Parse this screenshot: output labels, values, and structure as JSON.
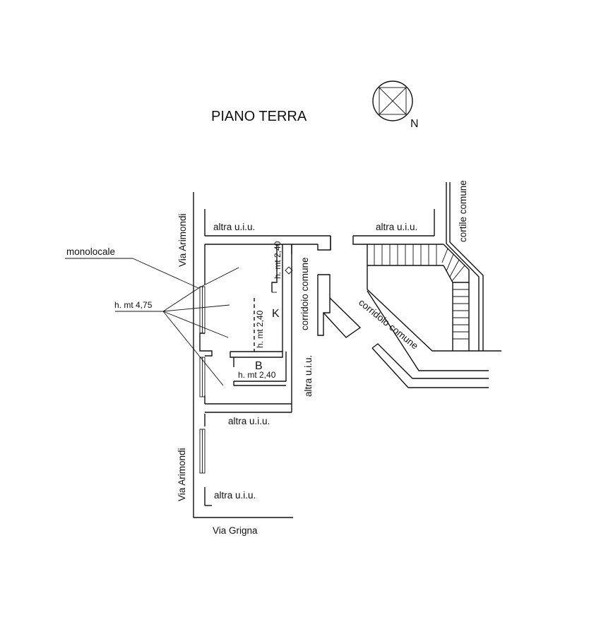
{
  "title": "PIANO TERRA",
  "north": {
    "label": "N"
  },
  "streets": {
    "via_arimondi_upper": "Via Arimondi",
    "via_arimondi_lower": "Via Arimondi",
    "via_grigna": "Via Grigna"
  },
  "labels": {
    "monolocale": "monolocale",
    "height_main": "h. mt 4,75",
    "height_k_upper": "h. mt 2,40",
    "height_k_lower": "h. mt 2,40",
    "height_b": "h. mt 2,40",
    "room_k": "K",
    "room_b": "B",
    "altra_uiu_top_left": "altra u.i.u.",
    "altra_uiu_top_right": "altra u.i.u.",
    "altra_uiu_vertical": "altra u.i.u.",
    "altra_uiu_bottom": "altra u.i.u.",
    "altra_uiu_lowest": "altra u.i.u.",
    "corridoio_vertical": "corridoio comune",
    "corridoio_diagonal": "corridoio comune",
    "cortile": "cortile comune"
  },
  "colors": {
    "line": "#111111",
    "background": "#ffffff"
  }
}
